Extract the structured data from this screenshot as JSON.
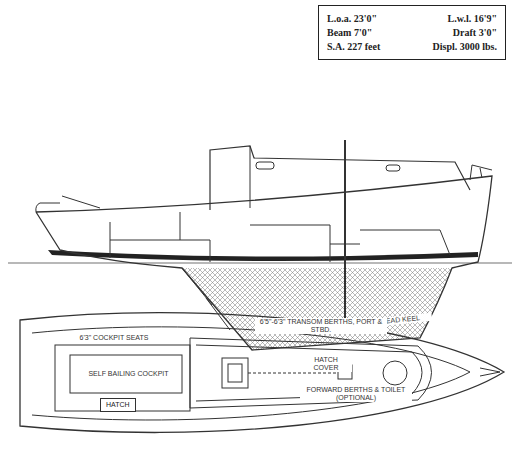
{
  "diagram": {
    "nodes": [
      {
        "text": [
          "L.o.a. 23'0\"",
          "L.w.l. 16'9\"",
          "Beam 7'0\"",
          "Draft 3'0\"",
          "S.A. 227 feet",
          "Displ. 3000 lbs."
        ]
      },
      {
        "text": [
          "HATCH"
        ]
      }
    ],
    "labels": [
      "LEAD KEEL",
      "6'3\" COCKPIT SEATS",
      "SELF BAILING COCKPIT",
      "6'5\"-6'3\" TRANSOM BERTHS, PORT & STBD.",
      "FORWARD BERTHS & TOILET (OPTIONAL)",
      "HATCH COVER"
    ]
  }
}
